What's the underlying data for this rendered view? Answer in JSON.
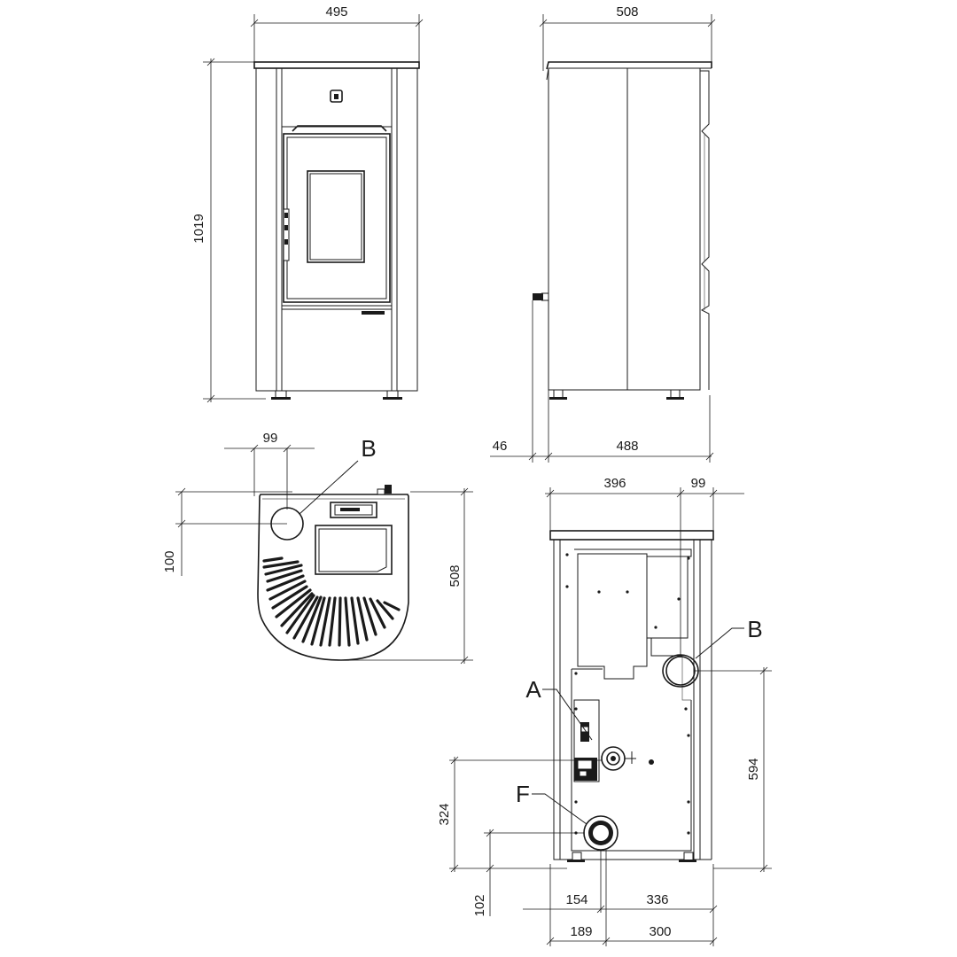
{
  "front_view": {
    "width_dim": "495",
    "height_dim": "1019"
  },
  "side_view": {
    "depth_dim": "508",
    "offset_dim": "46",
    "body_depth_dim": "488"
  },
  "top_view": {
    "flue_offset_dim": "99",
    "flue_depth_dim": "100",
    "depth_dim": "508",
    "flue_label": "B"
  },
  "rear_view": {
    "width_dim": "396",
    "flue_offset_dim": "99",
    "flue_height_dim": "594",
    "connection_height_dim": "324",
    "inlet_height_dim": "102",
    "dim_154": "154",
    "dim_336": "336",
    "dim_189": "189",
    "dim_300": "300",
    "label_a": "A",
    "label_b": "B",
    "label_f": "F"
  },
  "icons": {
    "logo": "stove-logo-icon",
    "handle": "door-handle-icon"
  }
}
